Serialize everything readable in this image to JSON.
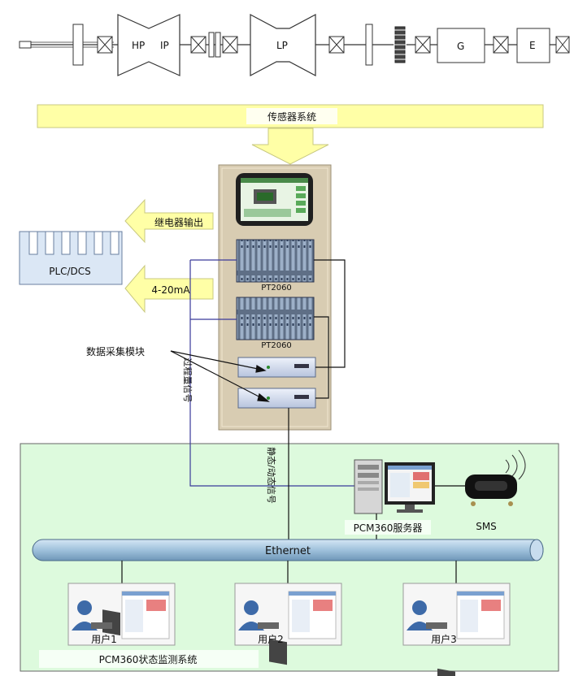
{
  "shaft": {
    "hp": "HP",
    "ip": "IP",
    "lp": "LP",
    "g": "G",
    "e": "E"
  },
  "sensor_bar": {
    "label": "传感器系统"
  },
  "outputs": {
    "relay": "继电器输出",
    "analog": "4-20mA"
  },
  "plc": {
    "label": "PLC/DCS"
  },
  "rack": {
    "module1": "PT2060",
    "module2": "PT2060",
    "acq_label": "数据采集模块"
  },
  "signals": {
    "process": "过程量信号",
    "static_dynamic": "静态/动态信号"
  },
  "network": {
    "server": "PCM360服务器",
    "sms": "SMS",
    "ethernet": "Ethernet",
    "users": [
      "用户1",
      "用户2",
      "用户3"
    ],
    "system": "PCM360状态监测系统"
  },
  "colors": {
    "arrow_fill": "#ffffa6",
    "cabinet": "#d8ccb2",
    "network_bg": "#ddfadd",
    "ethernet": "#a8c8e0",
    "signal_line": "#3a3a9a"
  }
}
